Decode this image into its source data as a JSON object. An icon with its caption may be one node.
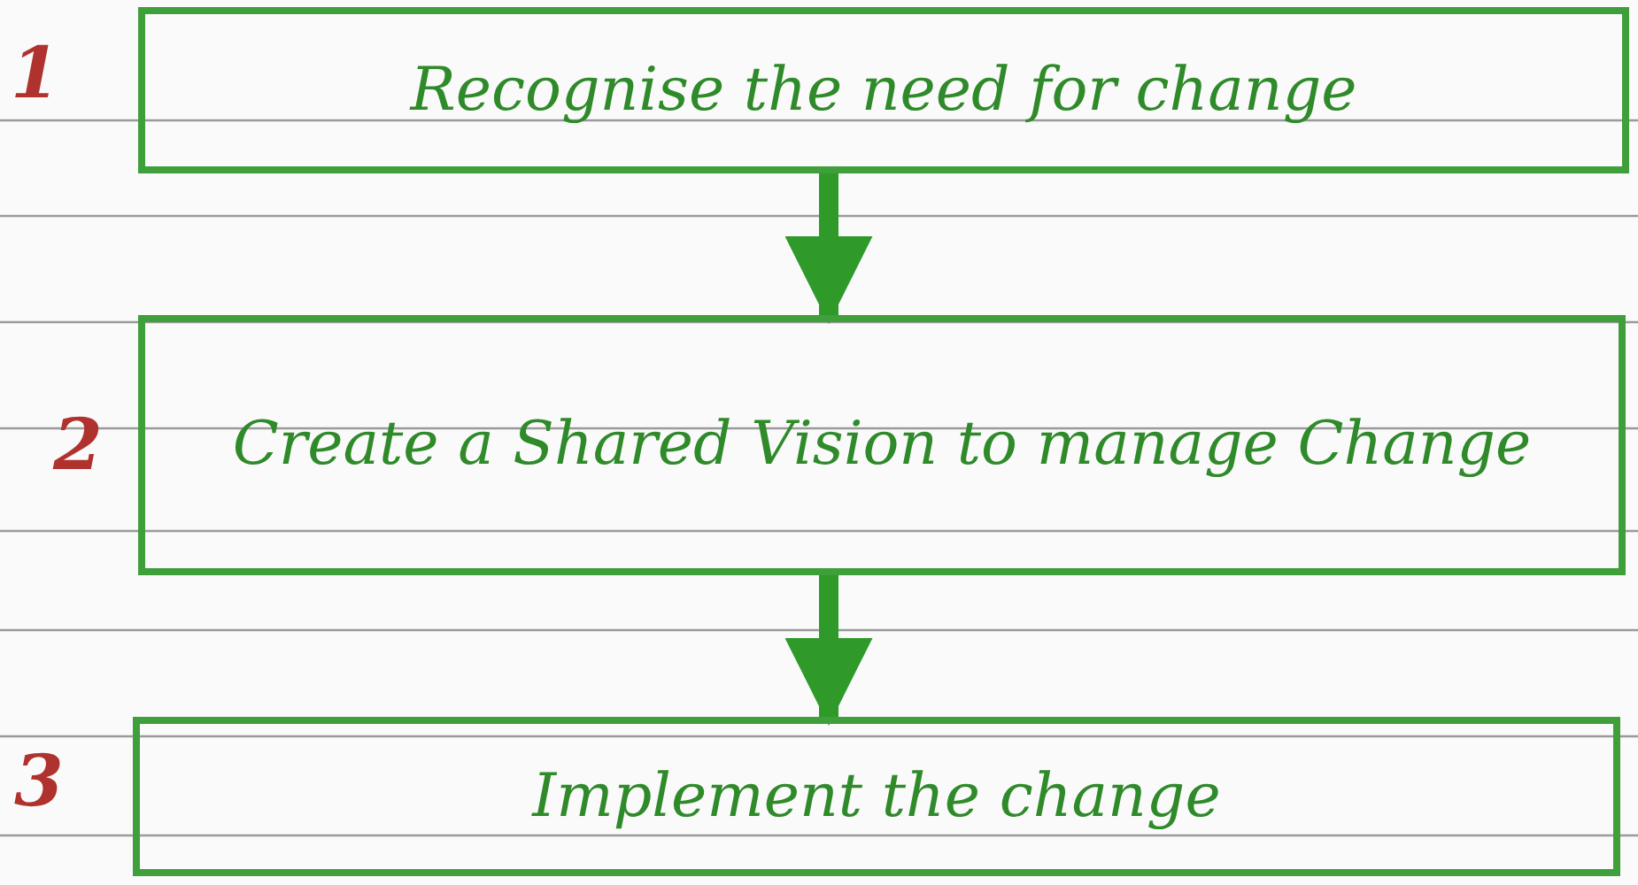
{
  "diagram": {
    "nodes": [
      {
        "text": [
          "Recognise the need for change"
        ],
        "beside": [
          "1"
        ]
      },
      {
        "text": [
          "Create a Shared Vision to manage Change"
        ],
        "beside": [
          "2"
        ]
      },
      {
        "text": [
          "Implement the change"
        ],
        "beside": [
          "3"
        ]
      }
    ],
    "edges": [
      {
        "from": 0,
        "to": 1,
        "arrow": "to"
      },
      {
        "from": 1,
        "to": 2,
        "arrow": "to"
      }
    ]
  }
}
